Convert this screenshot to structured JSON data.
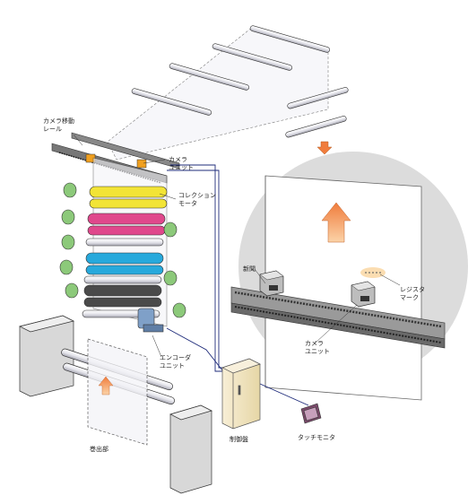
{
  "labels": {
    "camera_rail_line1": "カメラ移動",
    "camera_rail_line2": "レール",
    "camera_unit_top_line1": "カメラ",
    "camera_unit_top_line2": "ユニット",
    "collection_motor_line1": "コレクション",
    "collection_motor_line2": "モータ",
    "encoder_unit_line1": "エンコーダ",
    "encoder_unit_line2": "ユニット",
    "rewind_section": "巻出部",
    "control_panel": "制御盤",
    "touch_monitor": "タッチモニタ",
    "newspaper": "新聞",
    "register_mark_line1": "レジスタ",
    "register_mark_line2": "マーク",
    "camera_unit_zoom_line1": "カメラ",
    "camera_unit_zoom_line2": "ユニット"
  },
  "colors": {
    "yellow_ink": "#f2e436",
    "magenta_ink": "#e0488c",
    "cyan_ink": "#27a9dc",
    "black_ink": "#4a4a4a",
    "green_motor": "#8cc97a",
    "control_box": "#f5eacb",
    "zoom_circle": "#dcdcdc",
    "arrow": "#f07c3c",
    "cable_blue": "#1e2b7a"
  }
}
